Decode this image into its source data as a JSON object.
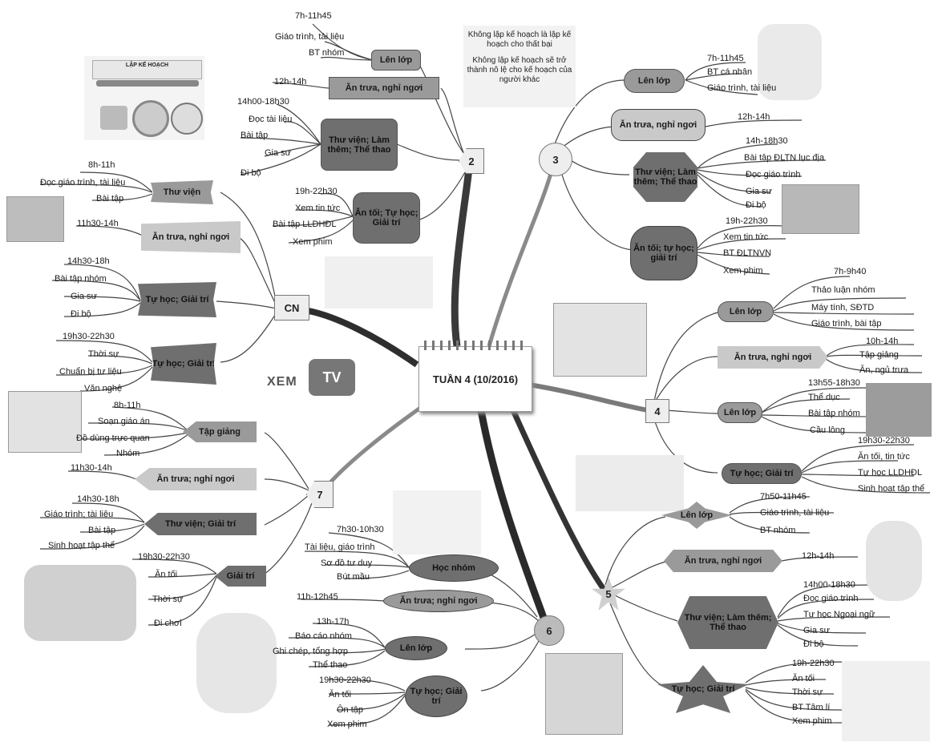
{
  "center": {
    "title": "TUẦN 4 (10/2016)"
  },
  "quote": {
    "line1": "Không lập kế hoạch là lập kế hoạch cho thất bại",
    "line2": "Không lập kế hoạch sẽ trở thành nô lệ cho kế hoạch của người khác"
  },
  "logo": {
    "xem": "XEM",
    "tv": "TV"
  },
  "plan": {
    "title": "LẬP KẾ HOẠCH"
  },
  "days": {
    "d2": "2",
    "d3": "3",
    "d4": "4",
    "d5": "5",
    "d6": "6",
    "d7": "7",
    "cn": "CN"
  },
  "monday": {
    "lenlop": {
      "label": "Lên lớp",
      "items": [
        "7h-11h45",
        "Giáo trình, tài liệu",
        "BT nhóm"
      ]
    },
    "antrua": {
      "label": "Ăn trưa, nghỉ ngơi",
      "time": "12h-14h"
    },
    "thuvien": {
      "label": "Thư viện; Làm thêm; Thể thao",
      "items": [
        "14h00-18h30",
        "Đọc tài liệu",
        "Bài tập",
        "Gia sư",
        "Đi bộ"
      ]
    },
    "antoi": {
      "label": "Ăn tối; Tự học; Giải trí",
      "items": [
        "19h-22h30",
        "Xem tin tức",
        "Bài tập LLDHĐL",
        "Xem phim"
      ]
    }
  },
  "tuesday": {
    "lenlop": {
      "label": "Lên lớp",
      "items": [
        "7h-11h45",
        "BT cá nhân",
        "Giáo trình, tài liệu"
      ]
    },
    "antrua": {
      "label": "Ăn trưa, nghỉ ngơi",
      "time": "12h-14h"
    },
    "thuvien": {
      "label": "Thư viện; Làm thêm; Thể thao",
      "items": [
        "14h-18h30",
        "Bài tập ĐLTN lục địa",
        "Đọc giáo trình",
        "Gia sư",
        "Đi bộ"
      ]
    },
    "antoi": {
      "label": "Ăn tối; tự học; giải trí",
      "items": [
        "19h-22h30",
        "Xem tin tức",
        "BT ĐLTNVN",
        "Xem phim"
      ]
    }
  },
  "wednesday": {
    "lenlop": {
      "label": "Lên lớp",
      "items": [
        "7h-9h40",
        "Thảo luận nhóm",
        "Máy tính, SĐTD",
        "Giáo trình, bài tập"
      ]
    },
    "antrua": {
      "label": "Ăn trưa, nghỉ ngơi",
      "items": [
        "10h-14h",
        "Tập giảng",
        "Ăn, ngủ trưa"
      ]
    },
    "lenlop2": {
      "label": "Lên lớp",
      "items": [
        "13h55-18h30",
        "Thể dục",
        "Bài tập nhóm",
        "Cầu lông"
      ]
    },
    "tuhoc": {
      "label": "Tự học; Giải trí",
      "items": [
        "19h30-22h30",
        "Ăn tối, tin tức",
        "Tự học LLDHĐL",
        "Sinh hoạt tập thể"
      ]
    }
  },
  "thursday": {
    "lenlop": {
      "label": "Lên lớp",
      "items": [
        "7h50-11h45",
        "Giáo trình, tài liệu",
        "BT nhóm"
      ]
    },
    "antrua": {
      "label": "Ăn trưa, nghỉ ngơi",
      "time": "12h-14h"
    },
    "thuvien": {
      "label": "Thư viện; Làm thêm; Thể thao",
      "items": [
        "14h00-18h30",
        "Đọc giáo trình",
        "Tự học Ngoại ngữ",
        "Gia sư",
        "Đi bộ"
      ]
    },
    "tuhoc": {
      "label": "Tự học; Giải trí",
      "items": [
        "19h-22h30",
        "Ăn tối",
        "Thời sự",
        "BT Tâm lí",
        "Xem phim"
      ]
    }
  },
  "friday": {
    "hocnhom": {
      "label": "Học nhóm",
      "items": [
        "7h30-10h30",
        "Tài liệu, giáo trình",
        "Sơ đồ tư duy",
        "Bút mầu"
      ]
    },
    "antrua": {
      "label": "Ăn trưa; nghỉ ngơi",
      "time": "11h-12h45"
    },
    "lenlop": {
      "label": "Lên lớp",
      "items": [
        "13h-17h",
        "Báo cáo nhóm",
        "Ghi chép, tổng hợp",
        "Thể thao"
      ]
    },
    "tuhoc": {
      "label": "Tự học; Giải trí",
      "items": [
        "19h30-22h30",
        "Ăn tối",
        "Ôn tập",
        "Xem phim"
      ]
    }
  },
  "saturday": {
    "tapgiang": {
      "label": "Tập giảng",
      "items": [
        "8h-11h",
        "Soạn giáo án",
        "Đồ dùng trực quan",
        "Nhóm"
      ]
    },
    "antrua": {
      "label": "Ăn trưa; nghỉ ngơi",
      "time": "11h30-14h"
    },
    "thuvien": {
      "label": "Thư viện; Giải trí",
      "items": [
        "14h30-18h",
        "Giáo trình; tài liệu",
        "Bài tập",
        "Sinh hoạt tập thể"
      ]
    },
    "giaitri": {
      "label": "Giải trí",
      "items": [
        "19h30-22h30",
        "Ăn tối",
        "Thời sự",
        "Đi chơi"
      ]
    }
  },
  "sunday": {
    "thuvien": {
      "label": "Thư viện",
      "items": [
        "8h-11h",
        "Đọc giáo trình, tài liệu",
        "Bài tập"
      ]
    },
    "antrua": {
      "label": "Ăn trưa, nghỉ ngơi",
      "time": "11h30-14h"
    },
    "tuhoc": {
      "label": "Tự học; Giải trí",
      "items": [
        "14h30-18h",
        "Bài tập nhóm",
        "Gia sư",
        "Đi bộ"
      ]
    },
    "tuhoc2": {
      "label": "Tự học; Giải trí",
      "items": [
        "19h30-22h30",
        "Thời sự",
        "Chuẩn bị tư liệu",
        "Văn nghệ"
      ]
    }
  }
}
